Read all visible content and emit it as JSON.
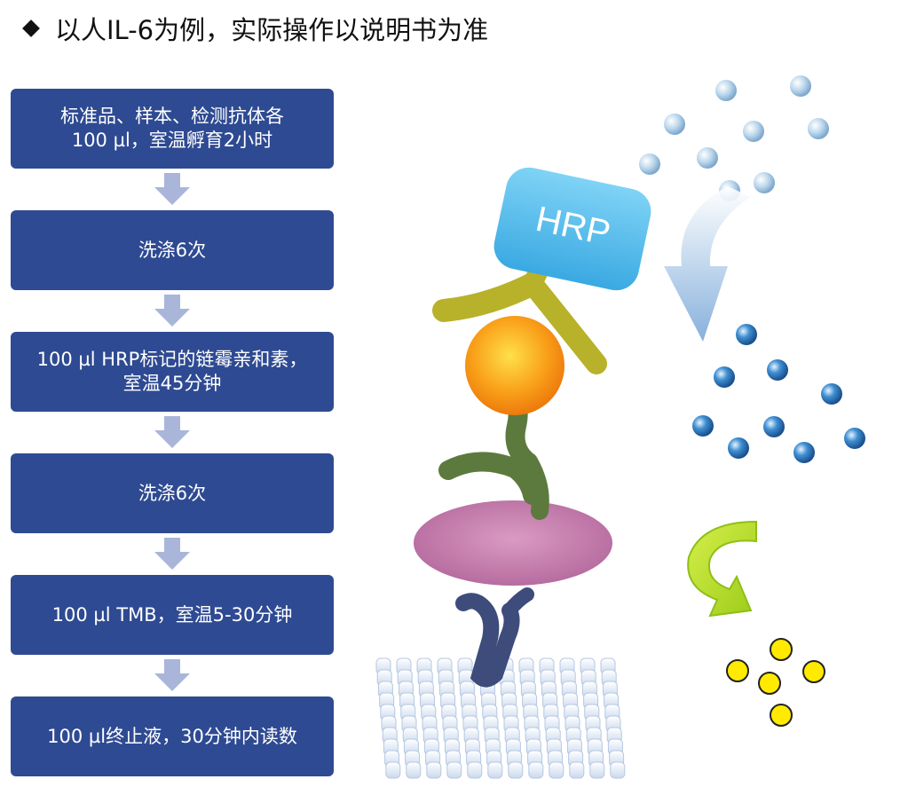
{
  "title": "以人IL-6为例，实际操作以说明书为准",
  "steps": [
    "标准品、样本、检测抗体各\n100 µl，室温孵育2小时",
    "洗涤6次",
    "100 µl HRP标记的链霉亲和素，\n室温45分钟",
    "洗涤6次",
    "100 µl TMB，室温5-30分钟",
    "100 µl终止液，30分钟内读数"
  ],
  "illustration": {
    "enzyme_label": "HRP"
  },
  "colors": {
    "step_box": "#2e4a92",
    "arrow": "#a9b6da",
    "hrp_tag": "#5cc0ee",
    "substrate_dot": "#a9cde6",
    "product_dot": "#2a79c0",
    "stop_dot": "#ffea00",
    "curved_arrow_green": "#b5dc2c"
  }
}
